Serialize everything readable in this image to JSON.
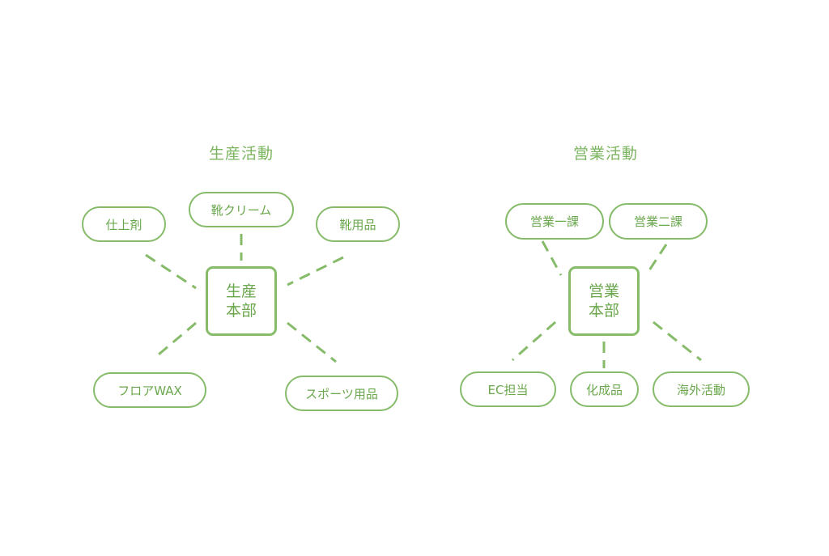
{
  "production": {
    "title": "生産活動",
    "hub": {
      "line1": "生産",
      "line2": "本部"
    },
    "nodes": [
      "仕上剤",
      "靴クリーム",
      "靴用品",
      "フロアWAX",
      "スポーツ用品"
    ]
  },
  "sales": {
    "title": "営業活動",
    "hub": {
      "line1": "営業",
      "line2": "本部"
    },
    "nodes": [
      "営業一課",
      "営業二課",
      "EC担当",
      "化成品",
      "海外活動"
    ]
  },
  "colors": {
    "accent": "#7ab45e",
    "border": "#86bb6a"
  }
}
